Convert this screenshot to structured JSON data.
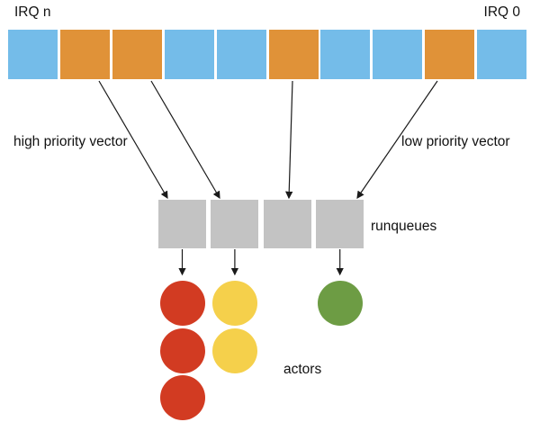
{
  "header": {
    "irq_left_label": "IRQ n",
    "irq_right_label": "IRQ 0"
  },
  "labels": {
    "high_priority": "high priority vector",
    "low_priority": "low priority vector",
    "runqueues": "runqueues",
    "actors": "actors"
  },
  "colors": {
    "blue": "#74BCE9",
    "orange": "#E09238",
    "gray": "#C3C3C3",
    "red": "#D23B22",
    "yellow": "#F5D04B",
    "green": "#6D9C44",
    "text": "#111111",
    "line": "#1A1A1A"
  },
  "irq_row": {
    "squares": [
      "blue",
      "orange",
      "orange",
      "blue",
      "blue",
      "orange",
      "blue",
      "blue",
      "orange",
      "blue"
    ]
  },
  "runqueues": {
    "count": 4
  },
  "actor_groups": [
    {
      "color": "red",
      "count": 3,
      "runqueue_index": 0
    },
    {
      "color": "yellow",
      "count": 2,
      "runqueue_index": 1
    },
    {
      "color": "green",
      "count": 1,
      "runqueue_index": 3
    }
  ],
  "connections": {
    "irq_to_runqueue": [
      {
        "irq_index": 1,
        "runqueue_index": 0
      },
      {
        "irq_index": 2,
        "runqueue_index": 1
      },
      {
        "irq_index": 5,
        "runqueue_index": 2
      },
      {
        "irq_index": 8,
        "runqueue_index": 3
      }
    ]
  }
}
